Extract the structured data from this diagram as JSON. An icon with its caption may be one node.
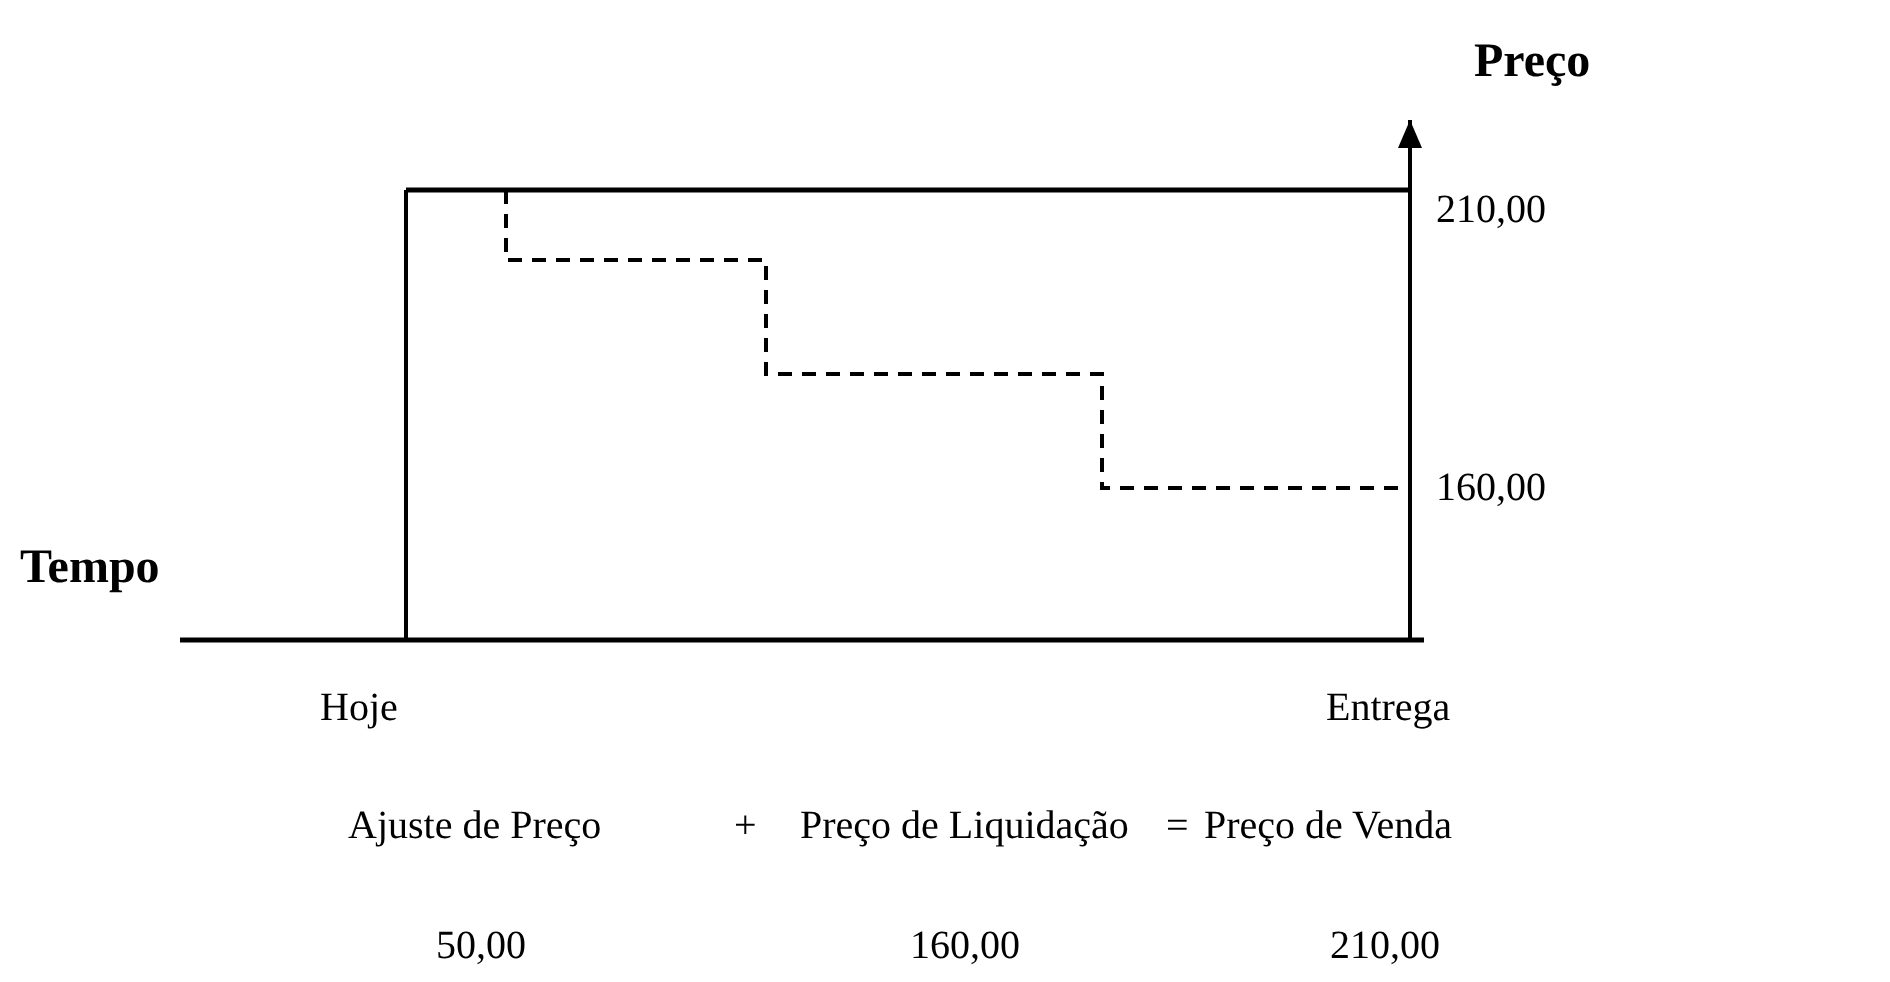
{
  "diagram": {
    "labels": [
      "Preço",
      "210,00",
      "160,00",
      "Tempo",
      "Hoje",
      "Entrega",
      "Ajuste de Preço",
      "+",
      "Preço de Liquidação",
      "=",
      "Preço de Venda",
      "50,00",
      "160,00",
      "210,00"
    ]
  }
}
